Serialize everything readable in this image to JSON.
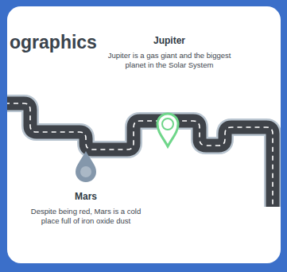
{
  "diagram": {
    "title": "ographics",
    "nodes": [
      {
        "text": [
          "Jupiter",
          "Jupiter is a gas giant and the biggest planet in the Solar System"
        ]
      },
      {
        "text": [
          "Mars",
          "Despite being red, Mars is a cold place full of iron oxide dust"
        ]
      }
    ]
  }
}
